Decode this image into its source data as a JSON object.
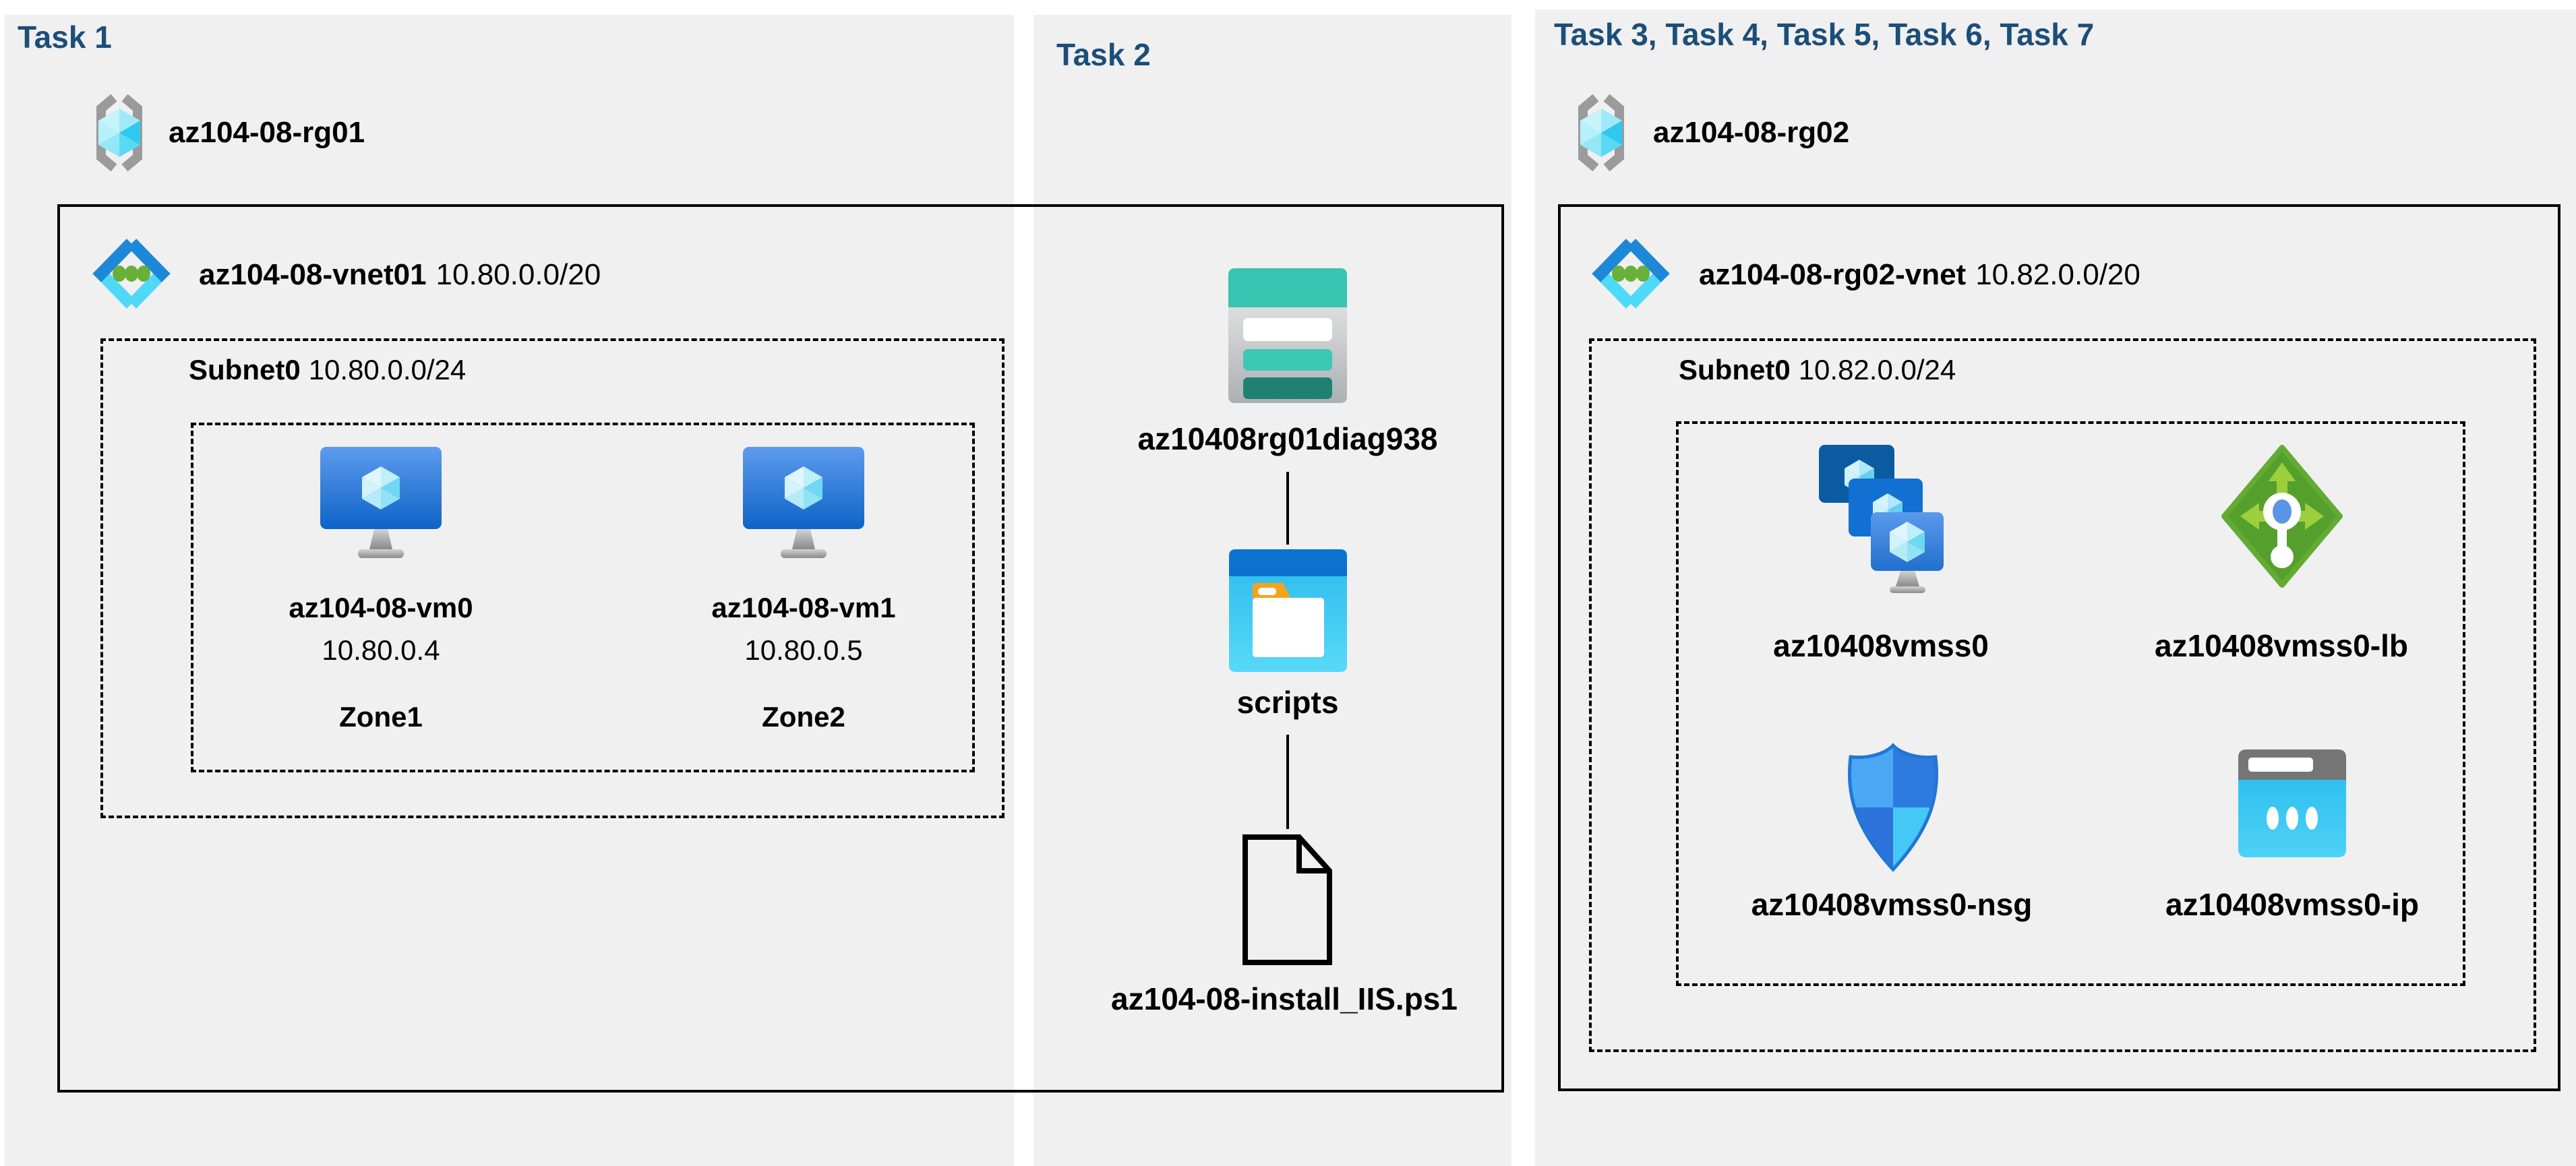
{
  "page": {
    "background": "#ffffff",
    "panel_color": "#f0f0f0",
    "title_color": "#1c4e79",
    "accent_teal": "#37c4b1",
    "accent_blue": "#0b72ce",
    "accent_green": "#55a02c"
  },
  "task1": {
    "title": "Task 1",
    "resource_group": "az104-08-rg01",
    "vnet_name": "az104-08-vnet01",
    "vnet_cidr": "10.80.0.0/20",
    "subnet_name": "Subnet0",
    "subnet_cidr": "10.80.0.0/24",
    "vms": [
      {
        "name": "az104-08-vm0",
        "ip": "10.80.0.4",
        "zone": "Zone1"
      },
      {
        "name": "az104-08-vm1",
        "ip": "10.80.0.5",
        "zone": "Zone2"
      }
    ]
  },
  "task2": {
    "title": "Task 2",
    "storage_account": "az10408rg01diag938",
    "container": "scripts",
    "script_file": "az104-08-install_IIS.ps1"
  },
  "task3": {
    "title": "Task 3, Task 4, Task 5, Task 6, Task 7",
    "resource_group": "az104-08-rg02",
    "vnet_name": "az104-08-rg02-vnet",
    "vnet_cidr": "10.82.0.0/20",
    "subnet_name": "Subnet0",
    "subnet_cidr": "10.82.0.0/24",
    "vmss": "az10408vmss0",
    "load_balancer": "az10408vmss0-lb",
    "nsg": "az10408vmss0-nsg",
    "public_ip": "az10408vmss0-ip"
  }
}
